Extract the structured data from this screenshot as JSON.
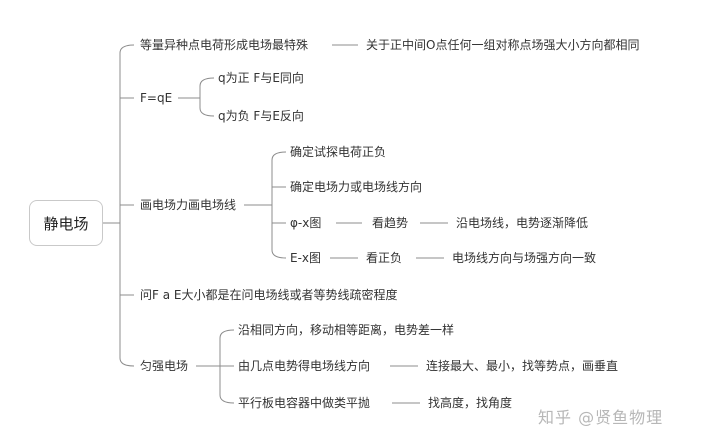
{
  "root": {
    "label": "静电场"
  },
  "branches": {
    "b1": {
      "label": "等量异种点电荷形成电场最特殊",
      "detail": "关于正中间O点任何一组对称点场强大小方向都相同"
    },
    "b2": {
      "label": "F=qE",
      "children": [
        "q为正 F与E同向",
        "q为负 F与E反向"
      ]
    },
    "b3": {
      "label": "画电场力画电场线",
      "children": {
        "c1": {
          "label": "确定试探电荷正负"
        },
        "c2": {
          "label": "确定电场力或电场线方向"
        },
        "c3": {
          "label": "φ-x图",
          "mid": "看趋势",
          "detail": "沿电场线，电势逐渐降低"
        },
        "c4": {
          "label": "E-x图",
          "mid": "看正负",
          "detail": "电场线方向与场强方向一致"
        }
      }
    },
    "b4": {
      "label": "问F a E大小都是在问电场线或者等势线疏密程度"
    },
    "b5": {
      "label": "匀强电场",
      "children": {
        "c1": {
          "label": "沿相同方向，移动相等距离，电势差一样"
        },
        "c2": {
          "label": "由几点电势得电场线方向",
          "detail": "连接最大、最小，找等势点，画垂直"
        },
        "c3": {
          "label": "平行板电容器中做类平抛",
          "detail": "找高度，找角度"
        }
      }
    }
  },
  "watermark": "知乎 @贤鱼物理",
  "colors": {
    "line": "#8c8c8c",
    "text": "#333333",
    "border": "#c9c9c9"
  }
}
